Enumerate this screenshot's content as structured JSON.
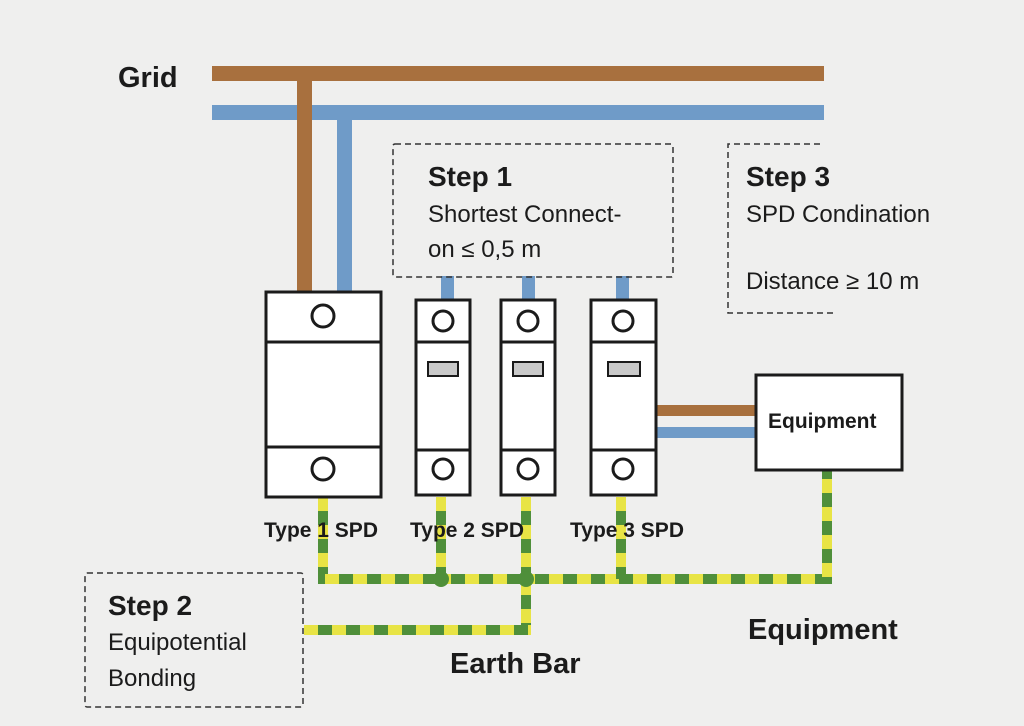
{
  "labels": {
    "grid": "Grid",
    "earth_bar": "Earth Bar",
    "equipment_caption": "Equipment"
  },
  "steps": [
    {
      "title": "Step 1",
      "lines": [
        "Shortest Connect-",
        "on ≤ 0,5 m"
      ]
    },
    {
      "title": "Step 2",
      "lines": [
        "Equipotential",
        "Bonding"
      ]
    },
    {
      "title": "Step 3",
      "lines": [
        "SPD Condination",
        "Distance ≥ 10 m"
      ]
    }
  ],
  "devices": {
    "type1": "Type 1 SPD",
    "type2": "Type 2 SPD",
    "type3": "Type 3 SPD",
    "equipment_box": "Equipment"
  },
  "colors": {
    "background": "#efefee",
    "line_conductor": "#a8703e",
    "neutral_conductor": "#6f9bc8",
    "earth_green": "#4f8f3a",
    "earth_yellow": "#e8e445",
    "outline": "#1b1b1b"
  }
}
